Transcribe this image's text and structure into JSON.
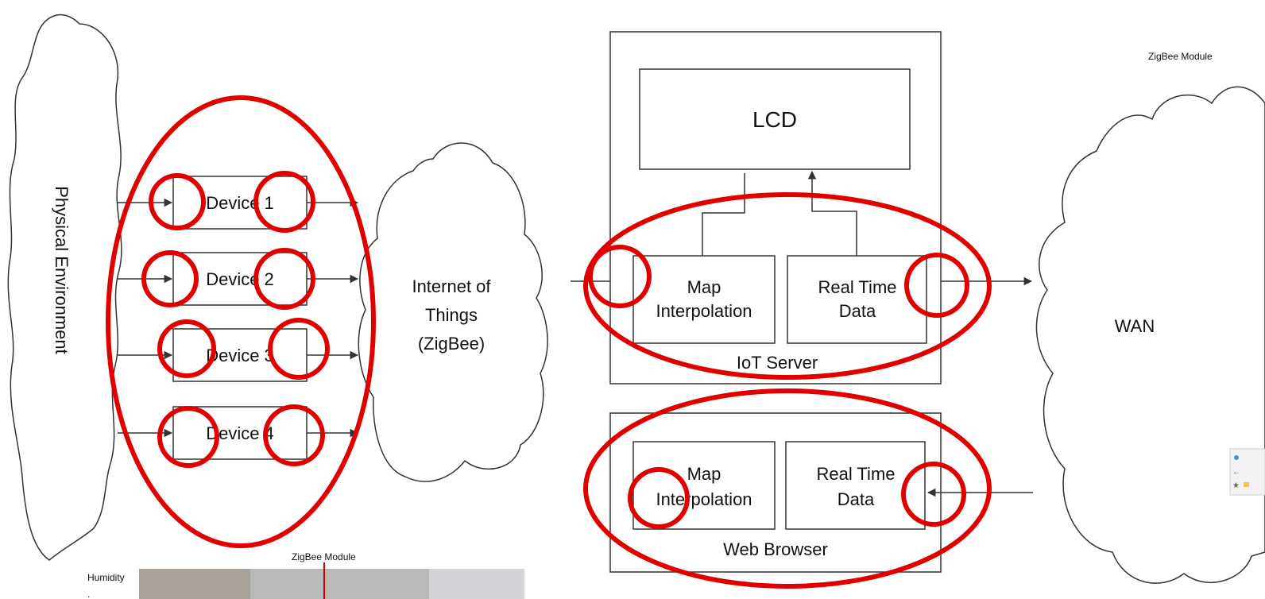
{
  "colors": {
    "annotation": "#e10000",
    "stroke": "#333333",
    "photo": "#b9b9b9"
  },
  "clouds": {
    "physical": "Physical Environment",
    "iot_line1": "Internet of",
    "iot_line2": "Things",
    "iot_line3": "(ZigBee)",
    "wan": "WAN"
  },
  "devices": [
    "Device 1",
    "Device 2",
    "Device 3",
    "Device 4"
  ],
  "server": {
    "lcd": "LCD",
    "map_line1": "Map",
    "map_line2": "Interpolation",
    "rt_line1": "Real Time",
    "rt_line2": "Data",
    "caption": "IoT Server"
  },
  "browser": {
    "map_line1": "Map",
    "map_line2": "Interpolation",
    "rt_line1": "Real Time",
    "rt_line2": "Data",
    "caption": "Web Browser"
  },
  "overlays": {
    "zigbee_module_top": "ZigBee Module",
    "zigbee_module_bottom": "ZigBee Module",
    "humidity": "Humidity"
  }
}
